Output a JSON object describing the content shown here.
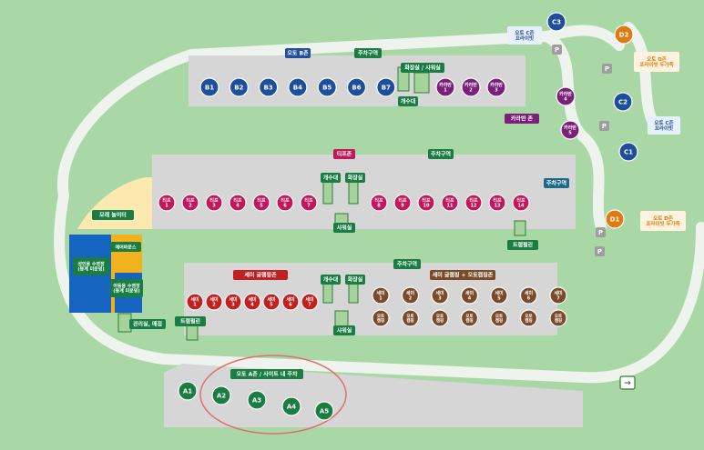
{
  "colors": {
    "grass": "#a9d7a6",
    "road": "#e8eee9",
    "zone": "#d6d6d6",
    "blue": "#1f4e9c",
    "magenta": "#c2185b",
    "purple": "#7a1f7a",
    "green": "#1a7d43",
    "brown": "#7a4a2a",
    "red": "#c0201f",
    "teal": "#1f6a8c",
    "orange": "#e07a10",
    "pool": "#1565c0",
    "yellow": "#f2b21e",
    "sand": "#fbe9b0"
  },
  "zone_b": {
    "label": "오토 B존",
    "sites": [
      "B1",
      "B2",
      "B3",
      "B4",
      "B5",
      "B6",
      "B7"
    ]
  },
  "caravans": {
    "top": [
      "카라반\n1",
      "카라반\n2",
      "카라반\n3"
    ],
    "side": [
      "카라반\n4",
      "카라반\n5"
    ],
    "zone_label": "카라반 존"
  },
  "tee_zone": {
    "label": "티프존",
    "sites": [
      "티프\n1",
      "티프\n2",
      "티프\n3",
      "티프\n4",
      "티프\n5",
      "티프\n6",
      "티프\n7",
      "티프\n8",
      "티프\n9",
      "티프\n10",
      "티프\n11",
      "티프\n12",
      "티프\n13",
      "티프\n14"
    ]
  },
  "semi_glamping": {
    "label": "세미 글램핑존",
    "sites": [
      "세미\n1",
      "세미\n2",
      "세미\n3",
      "세미\n4",
      "세미\n5",
      "세미\n6",
      "세미\n7"
    ]
  },
  "semi_auto": {
    "label": "세미 글램핑 + 오토캠핑존",
    "top": [
      "세미\n1",
      "세미\n2",
      "세미\n3",
      "세미\n4",
      "세미\n5",
      "세미\n6",
      "세미\n7"
    ],
    "bottom": [
      "오토\n캠핑",
      "오토\n캠핑",
      "오토\n캠핑",
      "오토\n캠핑",
      "오토\n캠핑",
      "오토\n캠핑",
      "오토\n캠핑"
    ]
  },
  "zone_a": {
    "label": "오토 A존 / 사이트 내 주차",
    "sites": [
      "A1",
      "A2",
      "A3",
      "A4",
      "A5"
    ]
  },
  "zone_c": {
    "sites": [
      "C1",
      "C2",
      "C3"
    ],
    "private_label": "오토 C존\n프라이빗"
  },
  "zone_d": {
    "sites": [
      "D1",
      "D2"
    ],
    "private_label": "오토 D존\n프라이빗 두가족"
  },
  "facilities": {
    "parking_area": "주차구역",
    "toilet_shower": "화장실 / 샤워실",
    "sink": "개수대",
    "toilet": "화장실",
    "shower": "샤워실",
    "trampoline": "트램펄린",
    "sand_play": "모래 놀이터",
    "adult_pool": "성인용 수영장\n(동계 미운영)",
    "kids_pool": "아동용 수영장\n(동계 미운영)",
    "air_house": "에어바운스",
    "office": "관리실, 매점",
    "parking_icon": "P",
    "exit_icon": "→"
  }
}
